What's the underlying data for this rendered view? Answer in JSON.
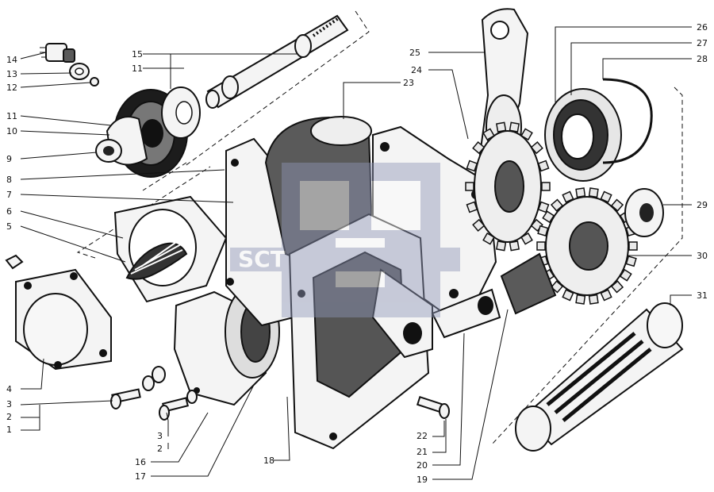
{
  "diagram": {
    "callouts": [
      {
        "id": "c1",
        "text": "1"
      },
      {
        "id": "c2a",
        "text": "2"
      },
      {
        "id": "c3a",
        "text": "3"
      },
      {
        "id": "c4",
        "text": "4"
      },
      {
        "id": "c5",
        "text": "5"
      },
      {
        "id": "c6",
        "text": "6"
      },
      {
        "id": "c7",
        "text": "7"
      },
      {
        "id": "c8",
        "text": "8"
      },
      {
        "id": "c9",
        "text": "9"
      },
      {
        "id": "c10",
        "text": "10"
      },
      {
        "id": "c11a",
        "text": "11"
      },
      {
        "id": "c12",
        "text": "12"
      },
      {
        "id": "c13",
        "text": "13"
      },
      {
        "id": "c14",
        "text": "14"
      },
      {
        "id": "c15",
        "text": "15"
      },
      {
        "id": "c11b",
        "text": "11"
      },
      {
        "id": "c3b",
        "text": "3"
      },
      {
        "id": "c2b",
        "text": "2"
      },
      {
        "id": "c16",
        "text": "16"
      },
      {
        "id": "c17",
        "text": "17"
      },
      {
        "id": "c18",
        "text": "18"
      },
      {
        "id": "c19",
        "text": "19"
      },
      {
        "id": "c20",
        "text": "20"
      },
      {
        "id": "c21",
        "text": "21"
      },
      {
        "id": "c22",
        "text": "22"
      },
      {
        "id": "c23",
        "text": "23"
      },
      {
        "id": "c24",
        "text": "24"
      },
      {
        "id": "c25",
        "text": "25"
      },
      {
        "id": "c26",
        "text": "26"
      },
      {
        "id": "c27",
        "text": "27"
      },
      {
        "id": "c28",
        "text": "28"
      },
      {
        "id": "c29",
        "text": "29"
      },
      {
        "id": "c30",
        "text": "30"
      },
      {
        "id": "c31",
        "text": "31"
      }
    ],
    "watermark": {
      "logo": "SCT"
    }
  }
}
